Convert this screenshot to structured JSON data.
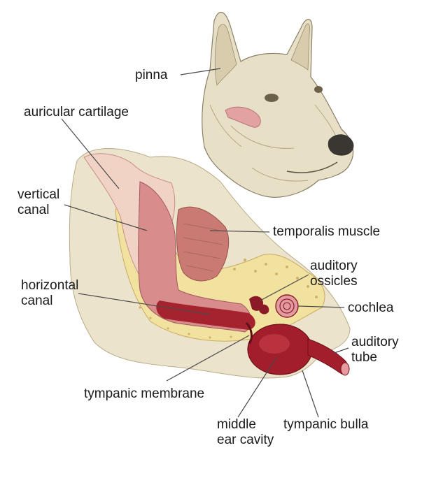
{
  "labels": {
    "pinna": "pinna",
    "auricular_cartilage": "auricular cartilage",
    "vertical_canal": "vertical\ncanal",
    "temporalis_muscle": "temporalis muscle",
    "auditory_ossicles": "auditory\nossicles",
    "horizontal_canal": "horizontal\ncanal",
    "cochlea": "cochlea",
    "auditory_tube": "auditory\ntube",
    "tympanic_membrane": "tympanic membrane",
    "middle_ear_cavity": "middle\near cavity",
    "tympanic_bulla": "tympanic bulla"
  },
  "colors": {
    "background": "#ffffff",
    "fur": "#e8e0c8",
    "fur_shadow": "#c9bd9e",
    "cartilage": "#eecfc0",
    "canal_inner": "#d98c8c",
    "canal_deep": "#a5232f",
    "bone_yellow": "#f2e2a0",
    "bone_dots": "#cdb46a",
    "muscle": "#c97a73",
    "text": "#1a1a1a",
    "leader": "#4a4a4a"
  }
}
